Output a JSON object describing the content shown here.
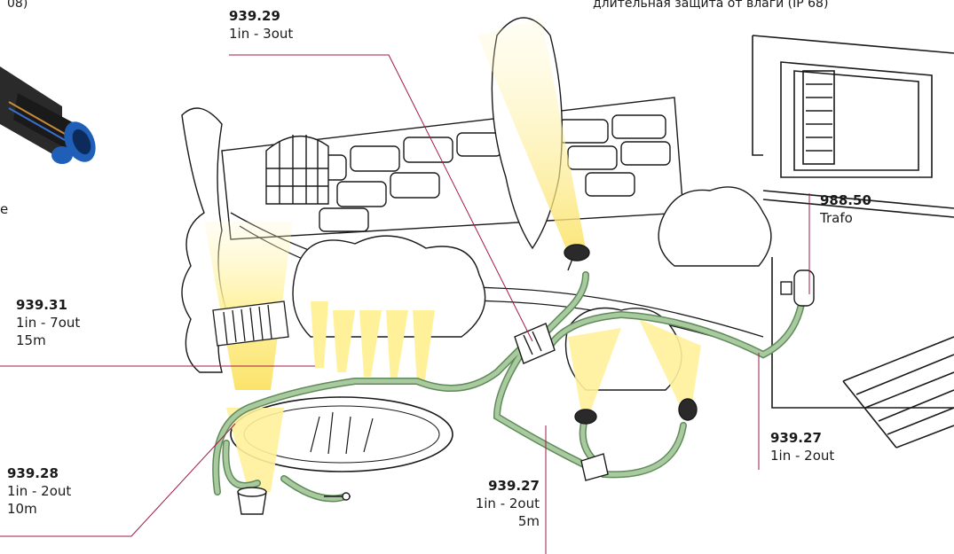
{
  "clipped_texts": {
    "top_left": "08)",
    "top_right": "длительная защита от влаги (IP 68)",
    "left_fragment": "e"
  },
  "callouts": [
    {
      "id": "939_29_top",
      "code": "939.29",
      "lines": [
        "1in - 3out"
      ]
    },
    {
      "id": "988_50",
      "code": "988.50",
      "lines": [
        "Trafo"
      ]
    },
    {
      "id": "939_31",
      "code": "939.31",
      "lines": [
        "1in - 7out",
        "15m"
      ]
    },
    {
      "id": "939_28",
      "code": "939.28",
      "lines": [
        "1in - 2out",
        "10m"
      ]
    },
    {
      "id": "939_27_mid",
      "code": "939.27",
      "lines": [
        "1in - 2out",
        "5m"
      ]
    },
    {
      "id": "939_27_right",
      "code": "939.27",
      "lines": [
        "1in - 2out"
      ]
    }
  ],
  "colors": {
    "cable": "#8fb58a",
    "cable_edge": "#5f8a5b",
    "light_beam": "#fff19a",
    "leader_line": "#a0184a",
    "ink": "#1a1a1a",
    "connector_blue": "#1f5fb8"
  }
}
